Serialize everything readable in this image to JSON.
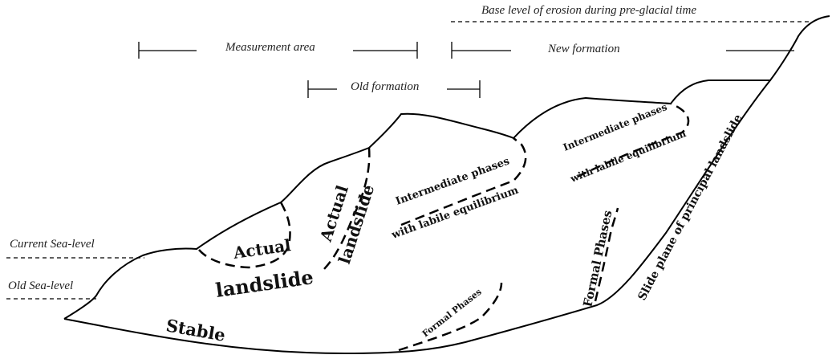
{
  "labels": {
    "base_level": "Base level of erosion during pre-glacial time",
    "measurement_area": "Measurement area",
    "new_formation": "New formation",
    "old_formation": "Old formation",
    "current_sea_level": "Current Sea-level",
    "old_sea_level": "Old Sea-level",
    "actual_landslide_1": "Actual",
    "actual_landslide_1b": "landslide",
    "actual_landslide_2": "Actual",
    "actual_landslide_2b": "landslide",
    "intermediate_1a": "Intermediate phases",
    "intermediate_1b": "with labile equilibrium",
    "intermediate_2a": "Intermediate phases",
    "intermediate_2b": "with labile equilibrium",
    "formal_phases_1": "Formal Phases",
    "formal_phases_2": "Formal Phases",
    "stable": "Stable",
    "slide_plane": "Slide plane of principal landslide"
  }
}
